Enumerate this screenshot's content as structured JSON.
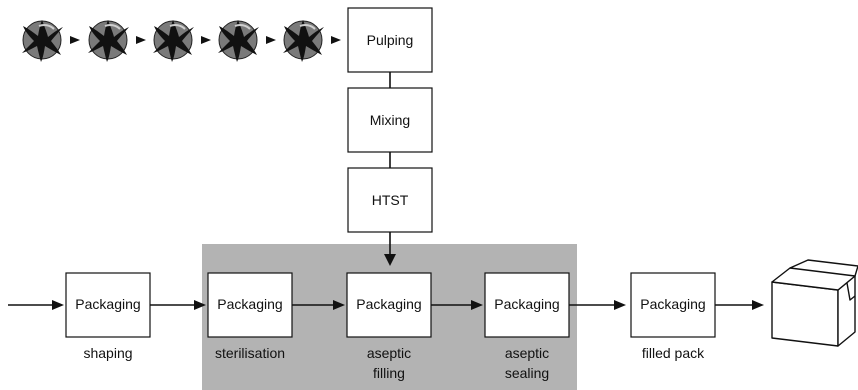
{
  "top_chain": {
    "fruit_icon_count": 5,
    "steps": [
      "Pulping",
      "Mixing",
      "HTST"
    ]
  },
  "line": {
    "boxes": [
      {
        "label": "Packaging",
        "caption": [
          "shaping"
        ]
      },
      {
        "label": "Packaging",
        "caption": [
          "sterilisation"
        ]
      },
      {
        "label": "Packaging",
        "caption": [
          "aseptic",
          "filling"
        ]
      },
      {
        "label": "Packaging",
        "caption": [
          "aseptic",
          "sealing"
        ]
      },
      {
        "label": "Packaging",
        "caption": [
          "filled pack"
        ]
      }
    ],
    "aseptic_zone_color": "#b3b3b3"
  },
  "icons": {
    "fruit": "fruit-icon",
    "output": "cardboard-box-icon"
  }
}
